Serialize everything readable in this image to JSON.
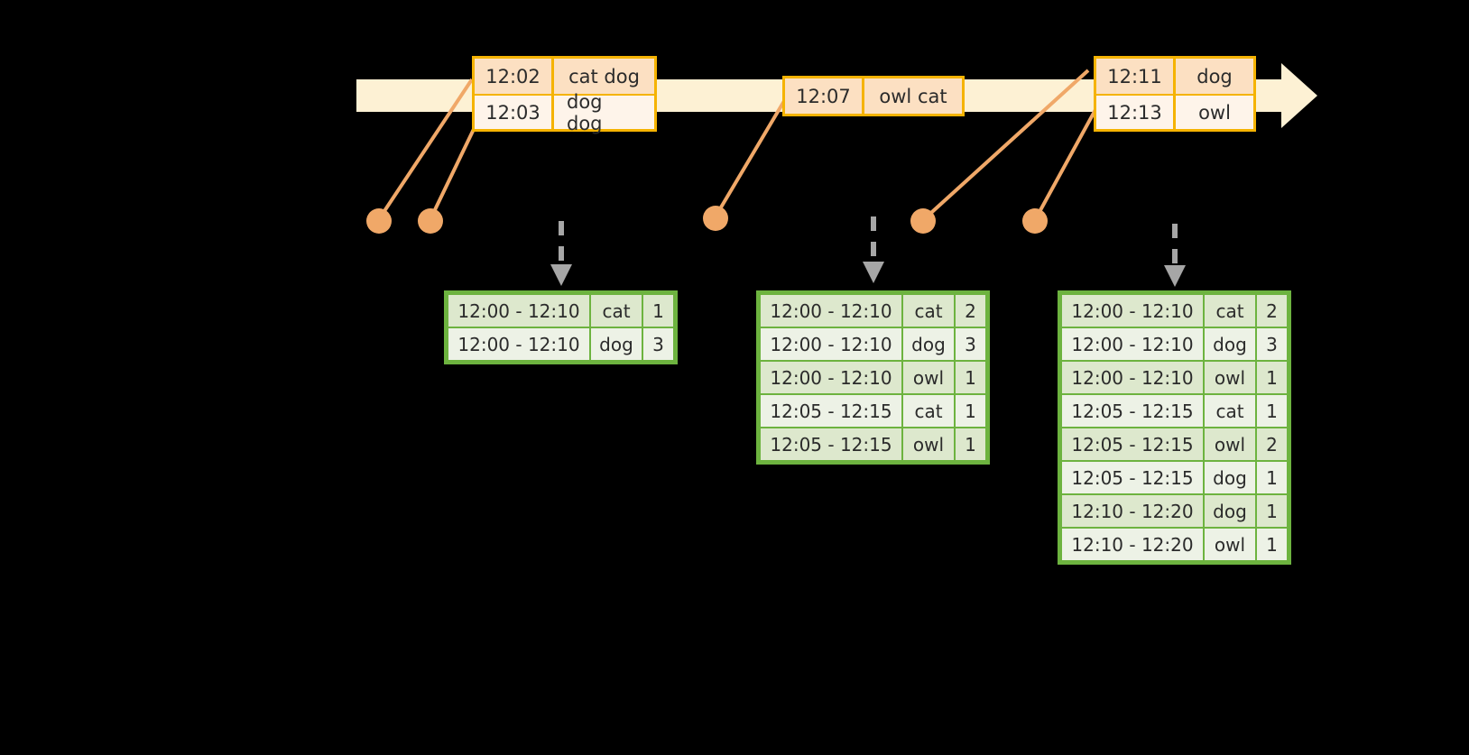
{
  "diagram": {
    "title": "windowed-word-count-stream-diagram",
    "colors": {
      "timeline_fill": "#FDF1D4",
      "event_border": "#F5B301",
      "event_shaded": "#FCE0C2",
      "event_plain": "#FEF4EA",
      "connector": "#F0A868",
      "dot": "#F0A868",
      "table_border": "#6DB33F",
      "table_shaded": "#DDE8CD",
      "table_plain": "#EDF2E6",
      "dashed_arrow": "#A6A6A6",
      "background": "#000000"
    }
  },
  "timeline": {
    "arrow_direction": "right",
    "events": [
      {
        "id": "event-group-1",
        "rows": [
          {
            "time": "12:02",
            "words": "cat dog"
          },
          {
            "time": "12:03",
            "words": "dog dog"
          }
        ]
      },
      {
        "id": "event-group-2",
        "rows": [
          {
            "time": "12:07",
            "words": "owl cat"
          }
        ]
      },
      {
        "id": "event-group-3",
        "rows": [
          {
            "time": "12:11",
            "words": "dog"
          },
          {
            "time": "12:13",
            "words": "owl"
          }
        ]
      }
    ]
  },
  "tables": [
    {
      "id": "result-table-1",
      "rows": [
        {
          "window": "12:00 - 12:10",
          "key": "cat",
          "count": "1"
        },
        {
          "window": "12:00 - 12:10",
          "key": "dog",
          "count": "3"
        }
      ]
    },
    {
      "id": "result-table-2",
      "rows": [
        {
          "window": "12:00 - 12:10",
          "key": "cat",
          "count": "2"
        },
        {
          "window": "12:00 - 12:10",
          "key": "dog",
          "count": "3"
        },
        {
          "window": "12:00 - 12:10",
          "key": "owl",
          "count": "1"
        },
        {
          "window": "12:05 - 12:15",
          "key": "cat",
          "count": "1"
        },
        {
          "window": "12:05 - 12:15",
          "key": "owl",
          "count": "1"
        }
      ]
    },
    {
      "id": "result-table-3",
      "rows": [
        {
          "window": "12:00 - 12:10",
          "key": "cat",
          "count": "2"
        },
        {
          "window": "12:00 - 12:10",
          "key": "dog",
          "count": "3"
        },
        {
          "window": "12:00 - 12:10",
          "key": "owl",
          "count": "1"
        },
        {
          "window": "12:05 - 12:15",
          "key": "cat",
          "count": "1"
        },
        {
          "window": "12:05 - 12:15",
          "key": "owl",
          "count": "2"
        },
        {
          "window": "12:05 - 12:15",
          "key": "dog",
          "count": "1"
        },
        {
          "window": "12:10 - 12:20",
          "key": "dog",
          "count": "1"
        },
        {
          "window": "12:10 - 12:20",
          "key": "owl",
          "count": "1"
        }
      ]
    }
  ]
}
